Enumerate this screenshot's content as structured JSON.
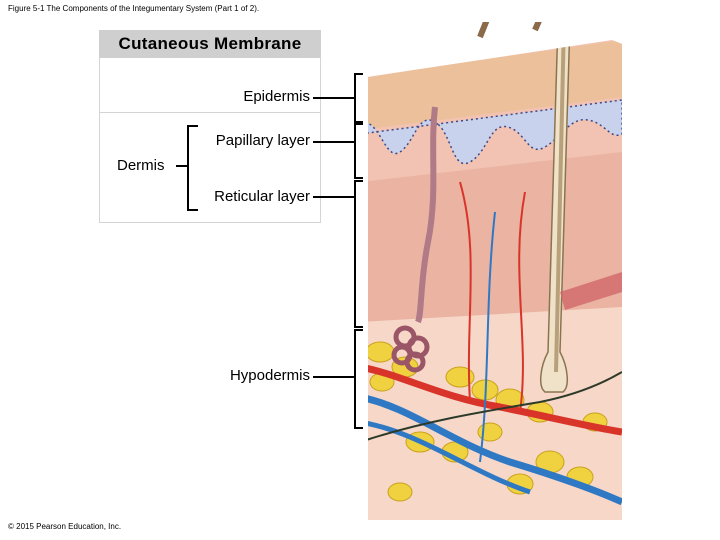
{
  "figure": {
    "caption": "Figure 5-1 The Components of the Integumentary System (Part 1 of 2).",
    "copyright": "© 2015 Pearson Education, Inc."
  },
  "panel": {
    "title": "Cutaneous Membrane"
  },
  "labels": {
    "epidermis": "Epidermis",
    "papillary": "Papillary layer",
    "dermis": "Dermis",
    "reticular": "Reticular layer",
    "hypodermis": "Hypodermis"
  }
}
